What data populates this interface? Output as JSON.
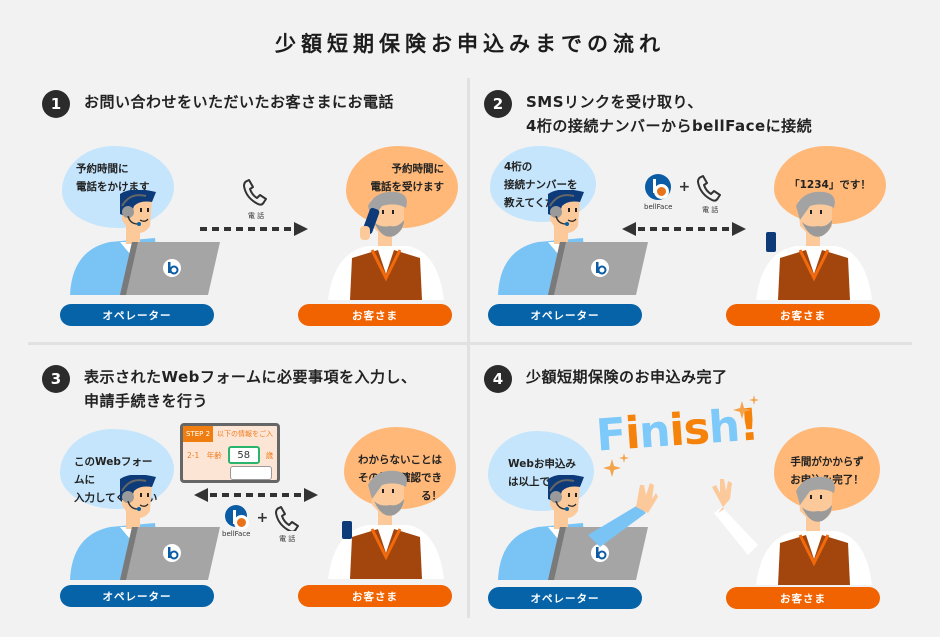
{
  "title": "少額短期保険お申込みまでの流れ",
  "colors": {
    "operator_blue": "#0663a8",
    "customer_orange": "#f06300",
    "bubble_blue": "#c4e5fc",
    "bubble_orange": "#ffb877",
    "background": "#f2f2f2"
  },
  "steps": [
    {
      "number": "1",
      "text_lines": [
        "お問い合わせをいただいたお客さまにお電話"
      ],
      "operator_bubble": [
        "予約時間に",
        "電話をかけます"
      ],
      "customer_bubble": [
        "予約時間に",
        "電話を受けます"
      ],
      "center_icons": [
        {
          "icon": "phone-icon",
          "label": "電 話"
        }
      ],
      "arrow": "right",
      "operator_label": "オペレーター",
      "customer_label": "お客さま"
    },
    {
      "number": "2",
      "text_lines": [
        "SMSリンクを受け取り、",
        "4桁の接続ナンバーからbellFaceに接続"
      ],
      "operator_bubble": [
        "4桁の",
        "接続ナンバーを",
        "教えてください"
      ],
      "customer_bubble": [
        "「1234」です！"
      ],
      "center_icons": [
        {
          "icon": "bellface-logo-icon",
          "label": "bellFace"
        },
        {
          "icon": "phone-icon",
          "label": "電 話"
        }
      ],
      "plus": "+",
      "arrow": "both",
      "operator_label": "オペレーター",
      "customer_label": "お客さま"
    },
    {
      "number": "3",
      "text_lines": [
        "表示されたWebフォームに必要事項を入力し、",
        "申請手続きを行う"
      ],
      "operator_bubble": [
        "このWebフォームに",
        "入力してください"
      ],
      "customer_bubble": [
        "わからないことは",
        "その場で確認できる！"
      ],
      "form": {
        "badge": "STEP 2",
        "header": "以下の情報をご入",
        "row_label": "2-1　年齢",
        "row_value": "58",
        "row_unit": "歳"
      },
      "center_icons": [
        {
          "icon": "bellface-logo-icon",
          "label": "bellFace"
        },
        {
          "icon": "phone-icon",
          "label": "電 話"
        }
      ],
      "plus": "+",
      "arrow": "both",
      "operator_label": "オペレーター",
      "customer_label": "お客さま"
    },
    {
      "number": "4",
      "text_lines": [
        "少額短期保険のお申込み完了"
      ],
      "operator_bubble": [
        "Webお申込み",
        "は以上です！"
      ],
      "customer_bubble": [
        "手間がかからず",
        "お申込み完了！"
      ],
      "finish_text": [
        "F",
        "i",
        "n",
        "i",
        "s",
        "h",
        "!"
      ],
      "operator_label": "オペレーター",
      "customer_label": "お客さま"
    }
  ]
}
